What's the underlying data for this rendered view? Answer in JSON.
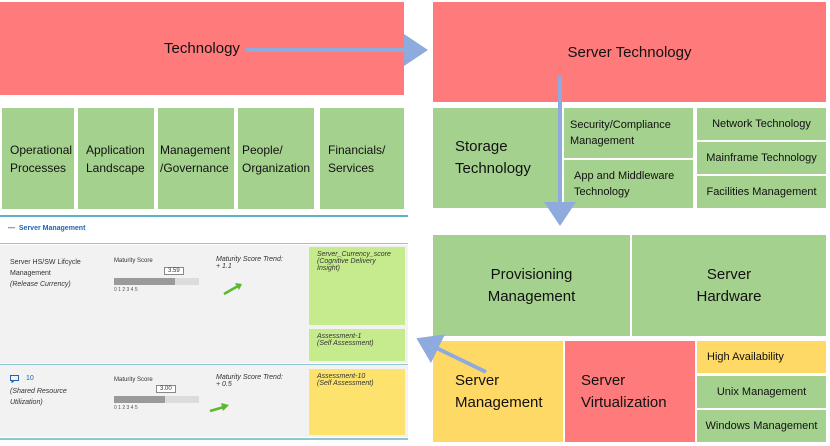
{
  "left_top": {
    "technology": "Technology"
  },
  "left_row": [
    "Operational\nProcesses",
    "Application\nLandscape",
    "Management\n/Governance",
    "People/\nOrganization",
    "Financials/\nServices"
  ],
  "right": {
    "server_technology": "Server Technology",
    "storage_technology": "Storage\nTechnology",
    "security_compliance": "Security/Compliance\nManagement",
    "app_middleware": "App and Middleware\nTechnology",
    "network_technology": "Network Technology",
    "mainframe_technology": "Mainframe Technology",
    "facilities_management": "Facilities Management",
    "provisioning_management": "Provisioning\nManagement",
    "server_hardware": "Server\nHardware",
    "server_management": "Server\nManagement",
    "server_virtualization": "Server\nVirtualization",
    "high_availability": "High Availability",
    "unix_management": "Unix Management",
    "windows_management": "Windows Management"
  },
  "panel": {
    "header": "Server Management",
    "row1": {
      "label": "Server HS/SW Lifcycle\nManagement",
      "sublabel": "(Release Currency)",
      "maturity_label": "Maturity Score",
      "score": "3.59",
      "score_fraction": 0.718,
      "ticks": "0   1   2   3   4   5",
      "trend": "Maturity Score Trend:\n+ 1.1",
      "cell_a": "Server_Currency_score\n(Cognitive Delivery Insight)",
      "cell_b": "Assessment-1\n(Self Assessment)"
    },
    "row2": {
      "id": "10",
      "sublabel": "(Shared Resource\nUtilization)",
      "maturity_label": "Maturity Score",
      "score": "3.00",
      "score_fraction": 0.6,
      "ticks": "0   1   2   3   4   5",
      "trend": "Maturity Score Trend:\n+ 0.5",
      "cell_a": "Assessment-10\n(Self Assessment)"
    }
  },
  "colors": {
    "red": "#ff7b7b",
    "green": "#a5d18e",
    "yellow": "#ffd966",
    "arrow": "#8faadc"
  }
}
